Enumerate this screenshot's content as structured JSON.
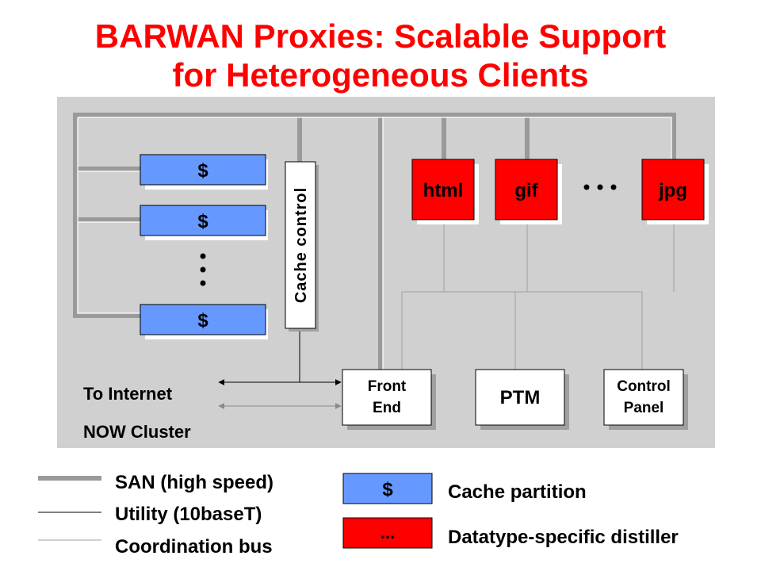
{
  "title": {
    "line1": "BARWAN Proxies: Scalable Support",
    "line2": "for Heterogeneous Clients"
  },
  "diagram": {
    "caches": [
      "$",
      "$",
      "$"
    ],
    "ellipsis": "•••",
    "cache_control": "Cache control",
    "distillers": [
      "html",
      "gif",
      "jpg"
    ],
    "front_end": [
      "Front",
      "End"
    ],
    "ptm": "PTM",
    "control_panel": [
      "Control",
      "Panel"
    ],
    "to_internet": "To Internet",
    "now_cluster": "NOW Cluster"
  },
  "legend": {
    "san": "SAN (high speed)",
    "utility": "Utility (10baseT)",
    "coordination": "Coordination bus",
    "cache_symbol": "$",
    "cache_label": "Cache partition",
    "distiller_symbol": "...",
    "distiller_label": "Datatype-specific distiller"
  },
  "colors": {
    "title": "#ff0000",
    "cache_fill": "#6699ff",
    "distiller_fill": "#ff0000",
    "cluster_bg": "#d0d0d0",
    "san_line": "#9a9a9a"
  }
}
